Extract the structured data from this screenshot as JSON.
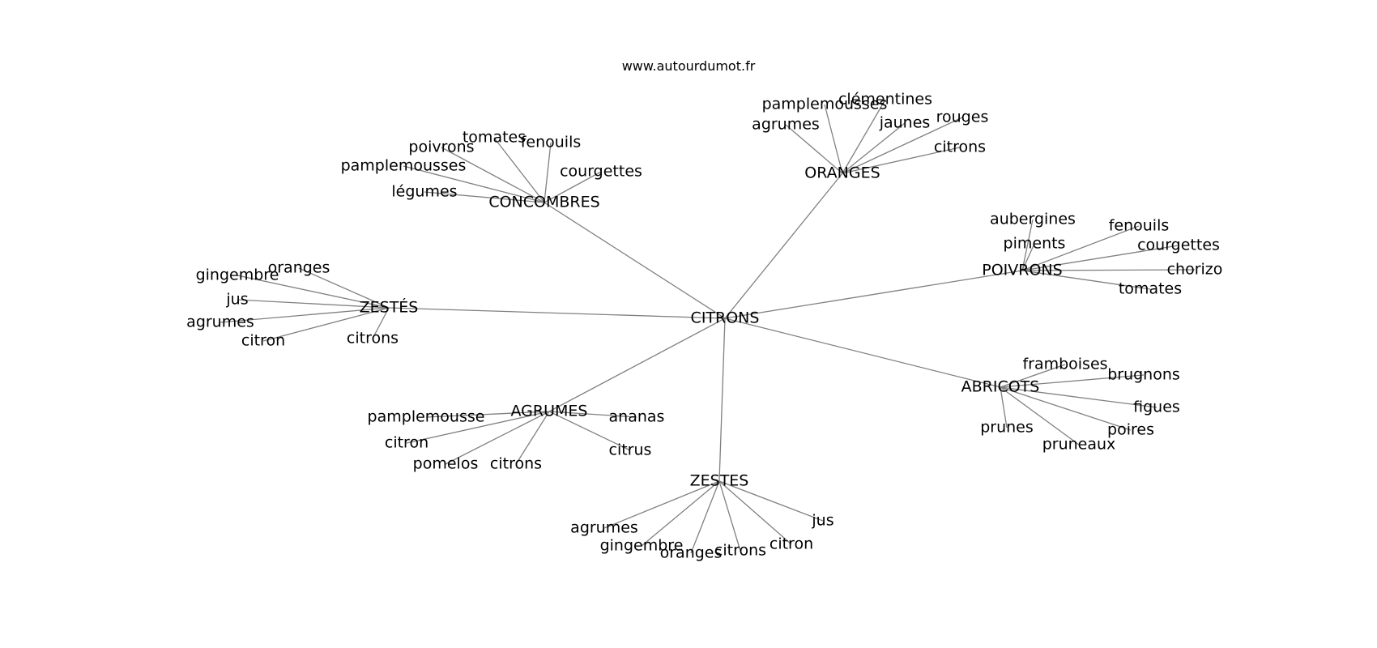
{
  "site": "www.autourdumot.fr",
  "colors": {
    "edge": "#808080",
    "text": "#000000",
    "background": "#ffffff"
  },
  "root": "CITRONS",
  "clusters": [
    {
      "label": "CONCOMBRES",
      "leaves": [
        "tomates",
        "fenouils",
        "poivrons",
        "pamplemousses",
        "courgettes",
        "légumes"
      ]
    },
    {
      "label": "ORANGES",
      "leaves": [
        "pamplemousses",
        "clémentines",
        "agrumes",
        "jaunes",
        "rouges",
        "citrons"
      ]
    },
    {
      "label": "POIVRONS",
      "leaves": [
        "aubergines",
        "fenouils",
        "piments",
        "courgettes",
        "chorizo",
        "tomates"
      ]
    },
    {
      "label": "ZESTÉS",
      "leaves": [
        "oranges",
        "gingembre",
        "jus",
        "agrumes",
        "citron",
        "citrons"
      ]
    },
    {
      "label": "ABRICOTS",
      "leaves": [
        "framboises",
        "brugnons",
        "figues",
        "prunes",
        "poires",
        "pruneaux"
      ]
    },
    {
      "label": "AGRUMES",
      "leaves": [
        "pamplemousse",
        "ananas",
        "citron",
        "citrus",
        "pomelos",
        "citrons"
      ]
    },
    {
      "label": "ZESTES",
      "leaves": [
        "jus",
        "agrumes",
        "citron",
        "gingembre",
        "citrons",
        "oranges"
      ]
    }
  ]
}
